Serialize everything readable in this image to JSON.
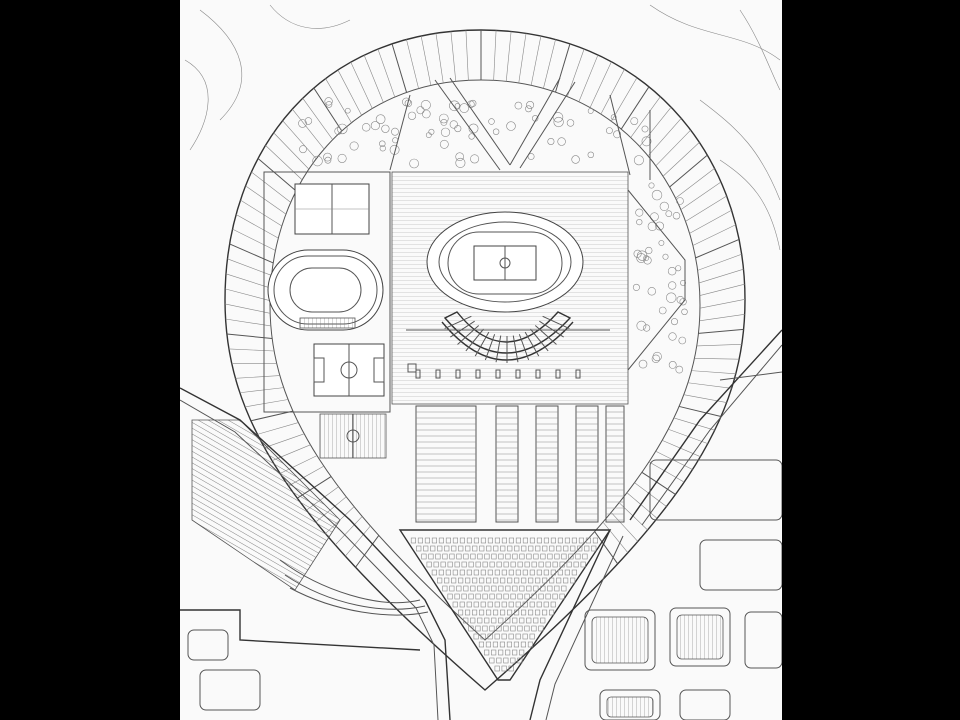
{
  "image": {
    "kind": "site-plan-drawing",
    "style": "monochrome line drawing",
    "background_color": "#000000",
    "sheet_color": "#fafafa",
    "ink_color": "#444444"
  },
  "plan_elements": {
    "outer_ring": "bleacher-ring-with-seating-bays",
    "main_stadium": "stadium-with-athletics-track",
    "grandstand": "curved-grandstand-seating",
    "training_track": "running-track-oval",
    "top_court": "tennis-court",
    "football_field": "football-pitch",
    "small_court": "five-a-side-court",
    "parking": "parking-lot-rows",
    "lower_parking": "triangular-parking-field",
    "hatched_field": "hatched-plaza",
    "trees": "tree-canopy-clusters",
    "roads": "perimeter-roads",
    "city_blocks": "urban-blocks"
  }
}
